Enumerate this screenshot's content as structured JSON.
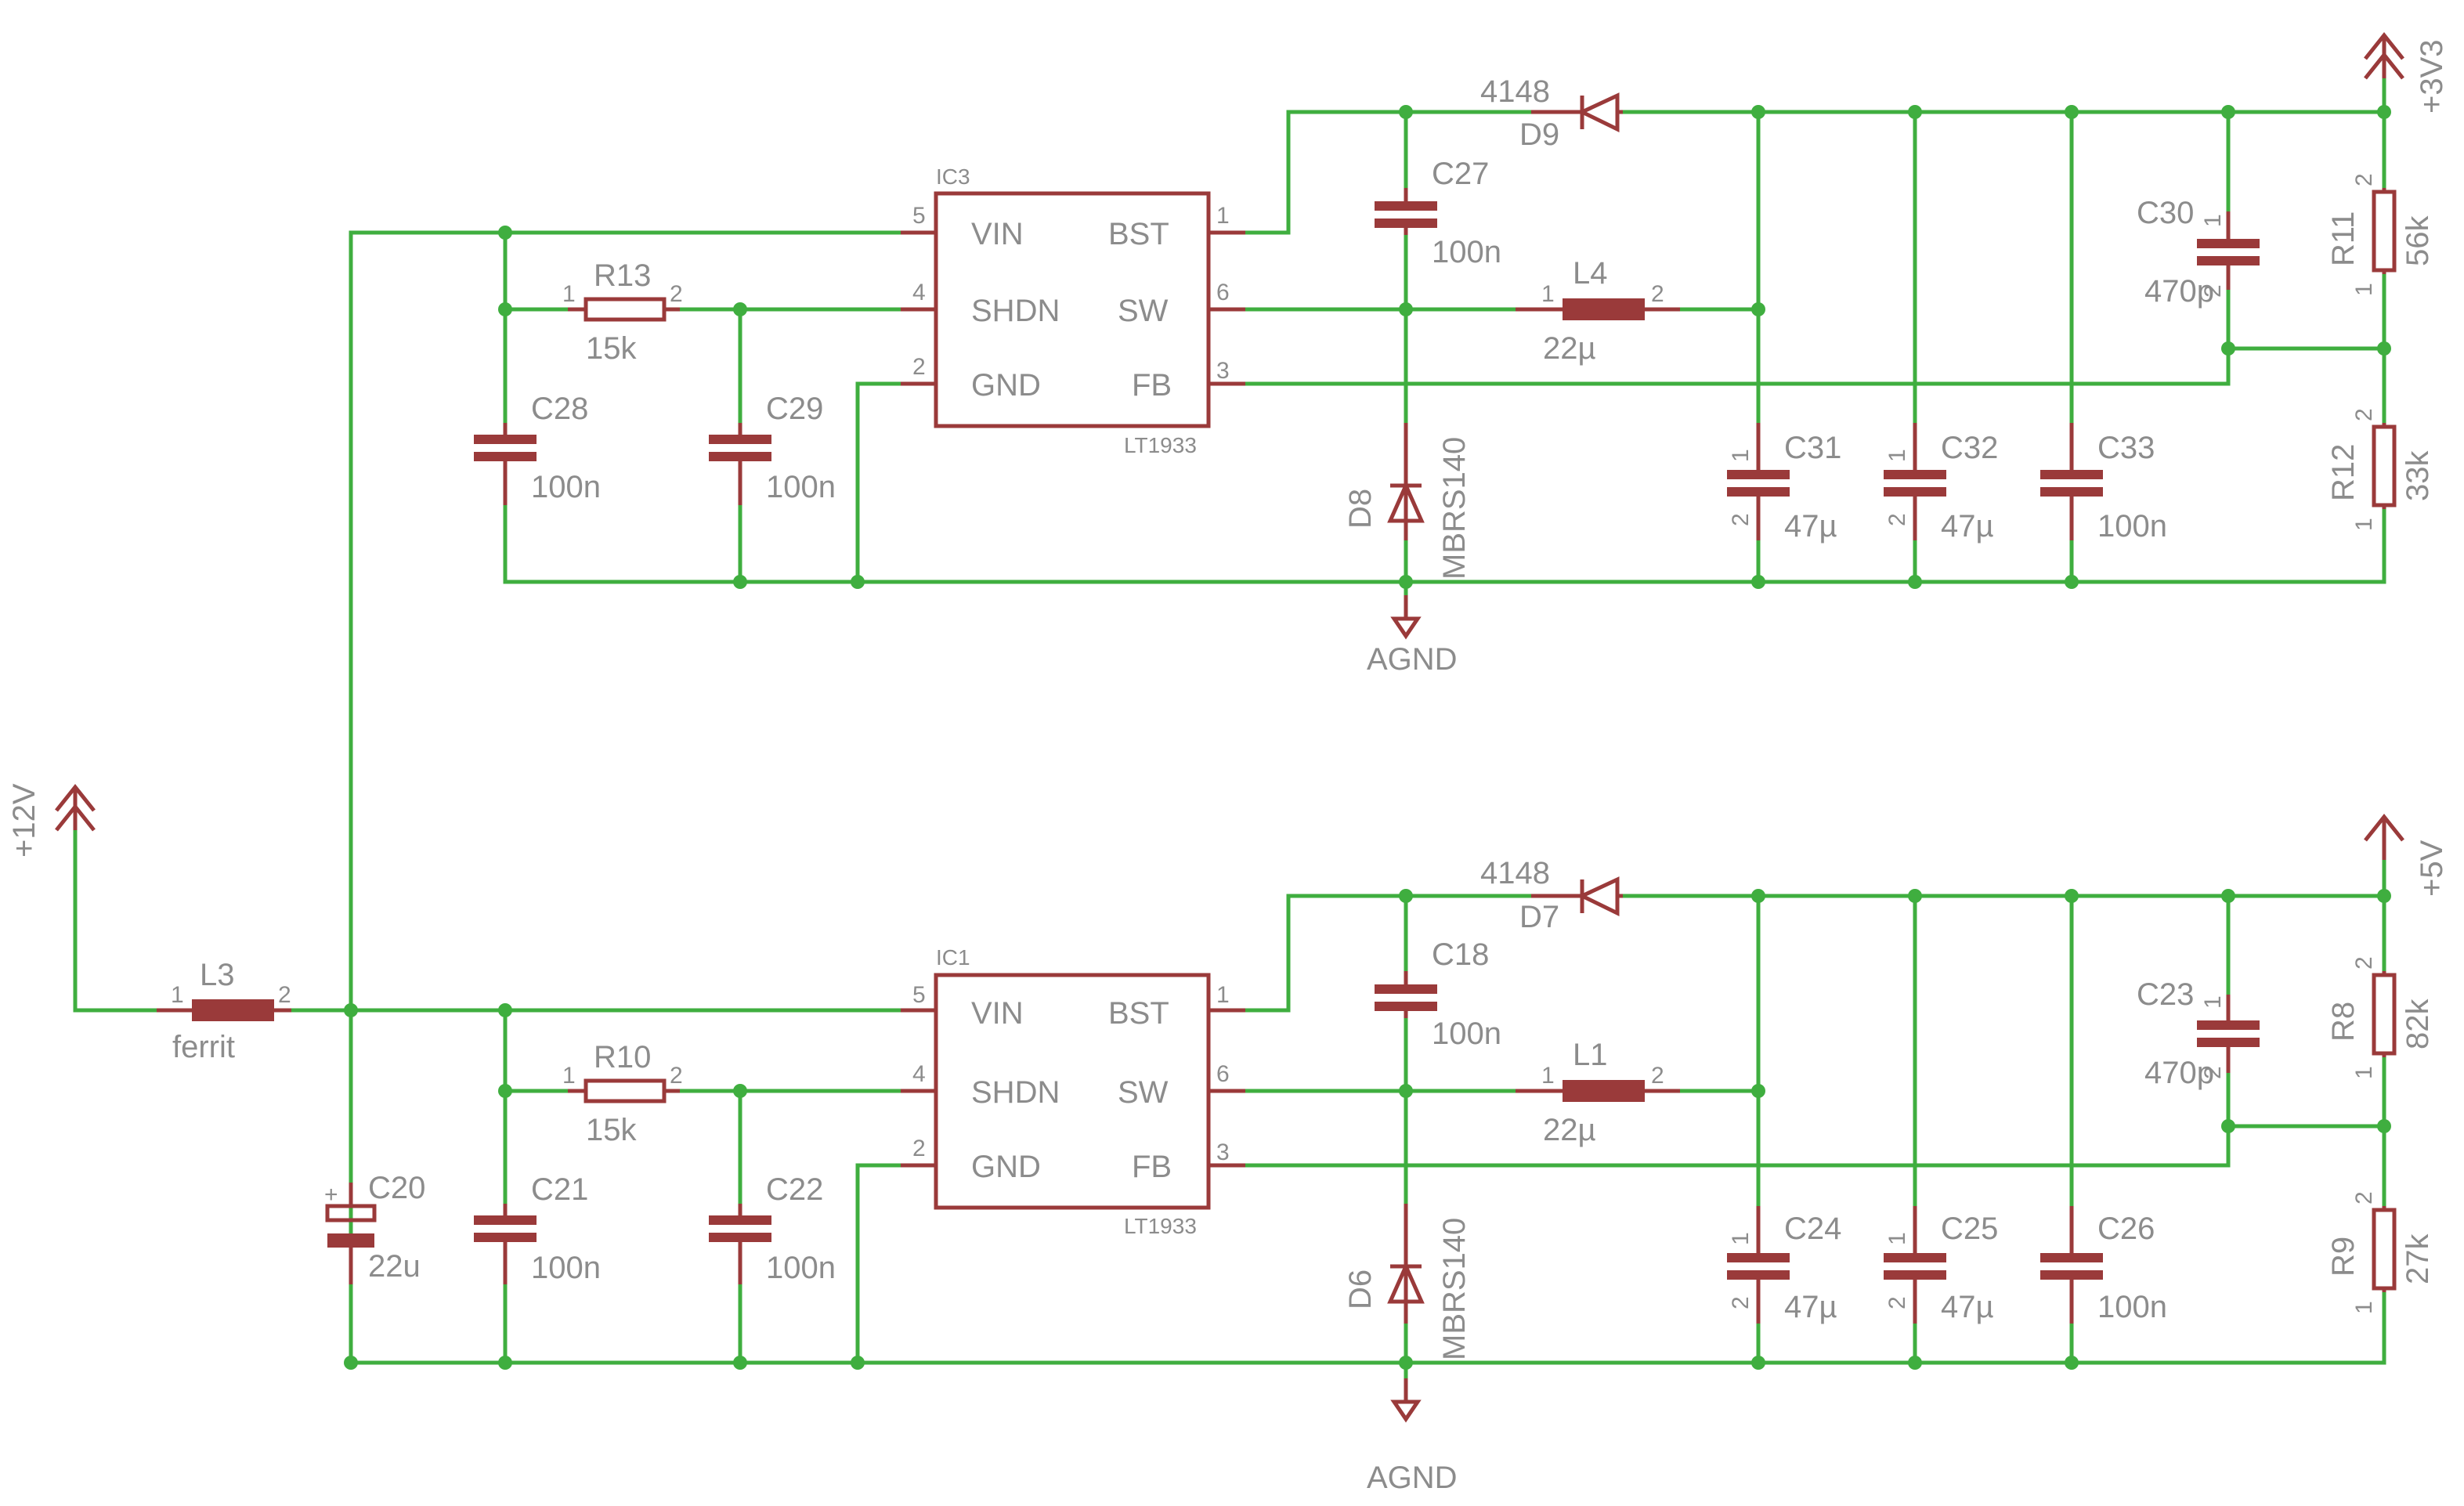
{
  "ic3": {
    "name": "IC3",
    "part": "LT1933",
    "pins": {
      "vin": "VIN",
      "shdn": "SHDN",
      "gnd": "GND",
      "bst": "BST",
      "sw": "SW",
      "fb": "FB"
    },
    "nums": {
      "vin": "5",
      "shdn": "4",
      "gnd": "2",
      "bst": "1",
      "sw": "6",
      "fb": "3"
    }
  },
  "ic1": {
    "name": "IC1",
    "part": "LT1933",
    "pins": {
      "vin": "VIN",
      "shdn": "SHDN",
      "gnd": "GND",
      "bst": "BST",
      "sw": "SW",
      "fb": "FB"
    },
    "nums": {
      "vin": "5",
      "shdn": "4",
      "gnd": "2",
      "bst": "1",
      "sw": "6",
      "fb": "3"
    }
  },
  "top": {
    "r13": {
      "name": "R13",
      "value": "15k"
    },
    "c28": {
      "name": "C28",
      "value": "100n"
    },
    "c29": {
      "name": "C29",
      "value": "100n"
    },
    "c27": {
      "name": "C27",
      "value": "100n"
    },
    "d9": {
      "name": "D9",
      "value": "4148"
    },
    "l4": {
      "name": "L4",
      "value": "22µ"
    },
    "d8": {
      "name": "D8",
      "value": "MBRS140"
    },
    "c31": {
      "name": "C31",
      "value": "47µ"
    },
    "c32": {
      "name": "C32",
      "value": "47µ"
    },
    "c33": {
      "name": "C33",
      "value": "100n"
    },
    "c30": {
      "name": "C30",
      "value": "470p"
    },
    "r11": {
      "name": "R11",
      "value": "56k"
    },
    "r12": {
      "name": "R12",
      "value": "33k"
    },
    "supply": "+3V3",
    "gnd": "AGND"
  },
  "bottom": {
    "r10": {
      "name": "R10",
      "value": "15k"
    },
    "c21": {
      "name": "C21",
      "value": "100n"
    },
    "c22": {
      "name": "C22",
      "value": "100n"
    },
    "c18": {
      "name": "C18",
      "value": "100n"
    },
    "d7": {
      "name": "D7",
      "value": "4148"
    },
    "l1": {
      "name": "L1",
      "value": "22µ"
    },
    "d6": {
      "name": "D6",
      "value": "MBRS140"
    },
    "c24": {
      "name": "C24",
      "value": "47µ"
    },
    "c25": {
      "name": "C25",
      "value": "47µ"
    },
    "c26": {
      "name": "C26",
      "value": "100n"
    },
    "c23": {
      "name": "C23",
      "value": "470p"
    },
    "r8": {
      "name": "R8",
      "value": "82k"
    },
    "r9": {
      "name": "R9",
      "value": "27k"
    },
    "supply": "+5V",
    "gnd": "AGND"
  },
  "input": {
    "l3": {
      "name": "L3",
      "value": "ferrit"
    },
    "c20": {
      "name": "C20",
      "value": "22u"
    },
    "supply": "+12V"
  },
  "pin": {
    "one": "1",
    "two": "2",
    "plus": "+"
  }
}
